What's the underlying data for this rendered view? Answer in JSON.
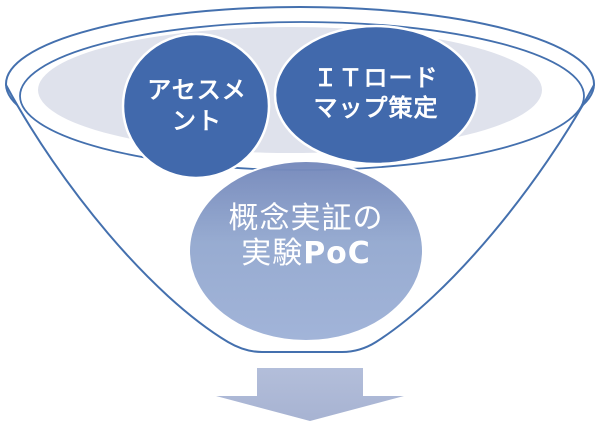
{
  "diagram": {
    "title": "",
    "funnel": {
      "stroke_color": "#4470AE",
      "bowl_fill": "#ffffff",
      "surface_fill": "#DFE2EC"
    },
    "bubbles": [
      {
        "id": "assessment",
        "label_lines": [
          "アセスメ",
          "ント"
        ],
        "label_text": "アセスメント",
        "color": "#4169AC",
        "text_color": "#ffffff"
      },
      {
        "id": "it-roadmap",
        "label_lines": [
          "ＩＴロード",
          "マップ策定"
        ],
        "label_text": "ＩＴロードマップ策定",
        "color": "#4169AC",
        "text_color": "#ffffff"
      },
      {
        "id": "poc",
        "label_line1": "概念実証の",
        "label_line2_cjk": "実験",
        "label_line2_latin": "PoC",
        "label_text": "概念実証の実験PoC",
        "color": "#93A8CF",
        "text_color": "#ffffff"
      }
    ],
    "arrow": {
      "direction": "down",
      "color": "#ACB8D5"
    }
  }
}
